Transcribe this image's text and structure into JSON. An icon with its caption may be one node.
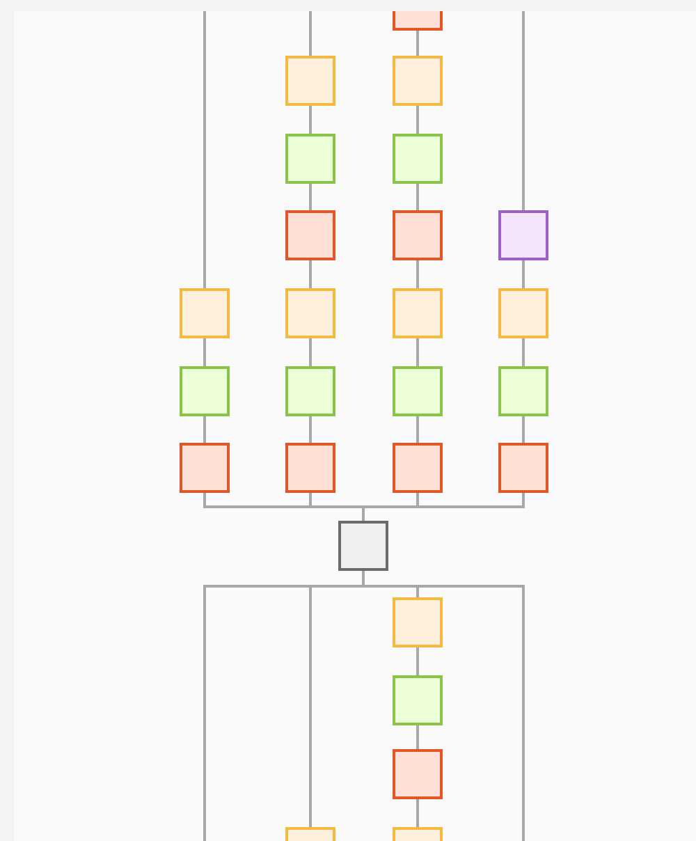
{
  "diagram": {
    "nodes": [
      {
        "text": [],
        "shape": "box"
      },
      {
        "text": [],
        "shape": "box"
      },
      {
        "text": [],
        "shape": "box"
      },
      {
        "text": [],
        "shape": "box"
      },
      {
        "text": [],
        "shape": "box"
      },
      {
        "text": [],
        "shape": "box"
      },
      {
        "text": [],
        "shape": "box"
      },
      {
        "text": [],
        "shape": "box"
      },
      {
        "text": [],
        "shape": "box"
      },
      {
        "text": [],
        "shape": "box"
      },
      {
        "text": [],
        "shape": "box"
      },
      {
        "text": [],
        "shape": "box"
      },
      {
        "text": [],
        "shape": "box"
      },
      {
        "text": [],
        "shape": "box"
      },
      {
        "text": [],
        "shape": "box"
      },
      {
        "text": [],
        "shape": "box"
      },
      {
        "text": [],
        "shape": "box"
      },
      {
        "text": [],
        "shape": "box"
      },
      {
        "text": [],
        "shape": "box"
      },
      {
        "text": [],
        "shape": "box"
      },
      {
        "text": [],
        "shape": "box"
      },
      {
        "text": [],
        "shape": "box"
      },
      {
        "text": [],
        "shape": "box"
      },
      {
        "text": [],
        "shape": "box"
      },
      {
        "text": [],
        "shape": "box"
      },
      {
        "text": [],
        "shape": "box"
      }
    ],
    "edges": [
      {
        "from": null,
        "to": 8,
        "arrow": "none"
      },
      {
        "from": null,
        "to": 1,
        "arrow": "none"
      },
      {
        "from": 0,
        "to": 2,
        "arrow": "none"
      },
      {
        "from": null,
        "to": 7,
        "arrow": "none"
      },
      {
        "from": 1,
        "to": 3,
        "arrow": "none"
      },
      {
        "from": 2,
        "to": 4,
        "arrow": "none"
      },
      {
        "from": 3,
        "to": 5,
        "arrow": "none"
      },
      {
        "from": 4,
        "to": 6,
        "arrow": "none"
      },
      {
        "from": 5,
        "to": 9,
        "arrow": "none"
      },
      {
        "from": 6,
        "to": 10,
        "arrow": "none"
      },
      {
        "from": 7,
        "to": 11,
        "arrow": "none"
      },
      {
        "from": 8,
        "to": 12,
        "arrow": "none"
      },
      {
        "from": 9,
        "to": 13,
        "arrow": "none"
      },
      {
        "from": 10,
        "to": 14,
        "arrow": "none"
      },
      {
        "from": 11,
        "to": 15,
        "arrow": "none"
      },
      {
        "from": 12,
        "to": 16,
        "arrow": "none"
      },
      {
        "from": 13,
        "to": 17,
        "arrow": "none"
      },
      {
        "from": 14,
        "to": 18,
        "arrow": "none"
      },
      {
        "from": 15,
        "to": 19,
        "arrow": "none"
      },
      {
        "from": 16,
        "to": 20,
        "arrow": "none"
      },
      {
        "from": 17,
        "to": 20,
        "arrow": "none"
      },
      {
        "from": 18,
        "to": 20,
        "arrow": "none"
      },
      {
        "from": 19,
        "to": 20,
        "arrow": "none"
      },
      {
        "from": 20,
        "to": null,
        "arrow": "none"
      },
      {
        "from": 20,
        "to": 24,
        "arrow": "none"
      },
      {
        "from": 20,
        "to": 21,
        "arrow": "none"
      },
      {
        "from": 20,
        "to": null,
        "arrow": "none"
      },
      {
        "from": 21,
        "to": 22,
        "arrow": "none"
      },
      {
        "from": 22,
        "to": 23,
        "arrow": "none"
      },
      {
        "from": 23,
        "to": 25,
        "arrow": "none"
      }
    ]
  }
}
